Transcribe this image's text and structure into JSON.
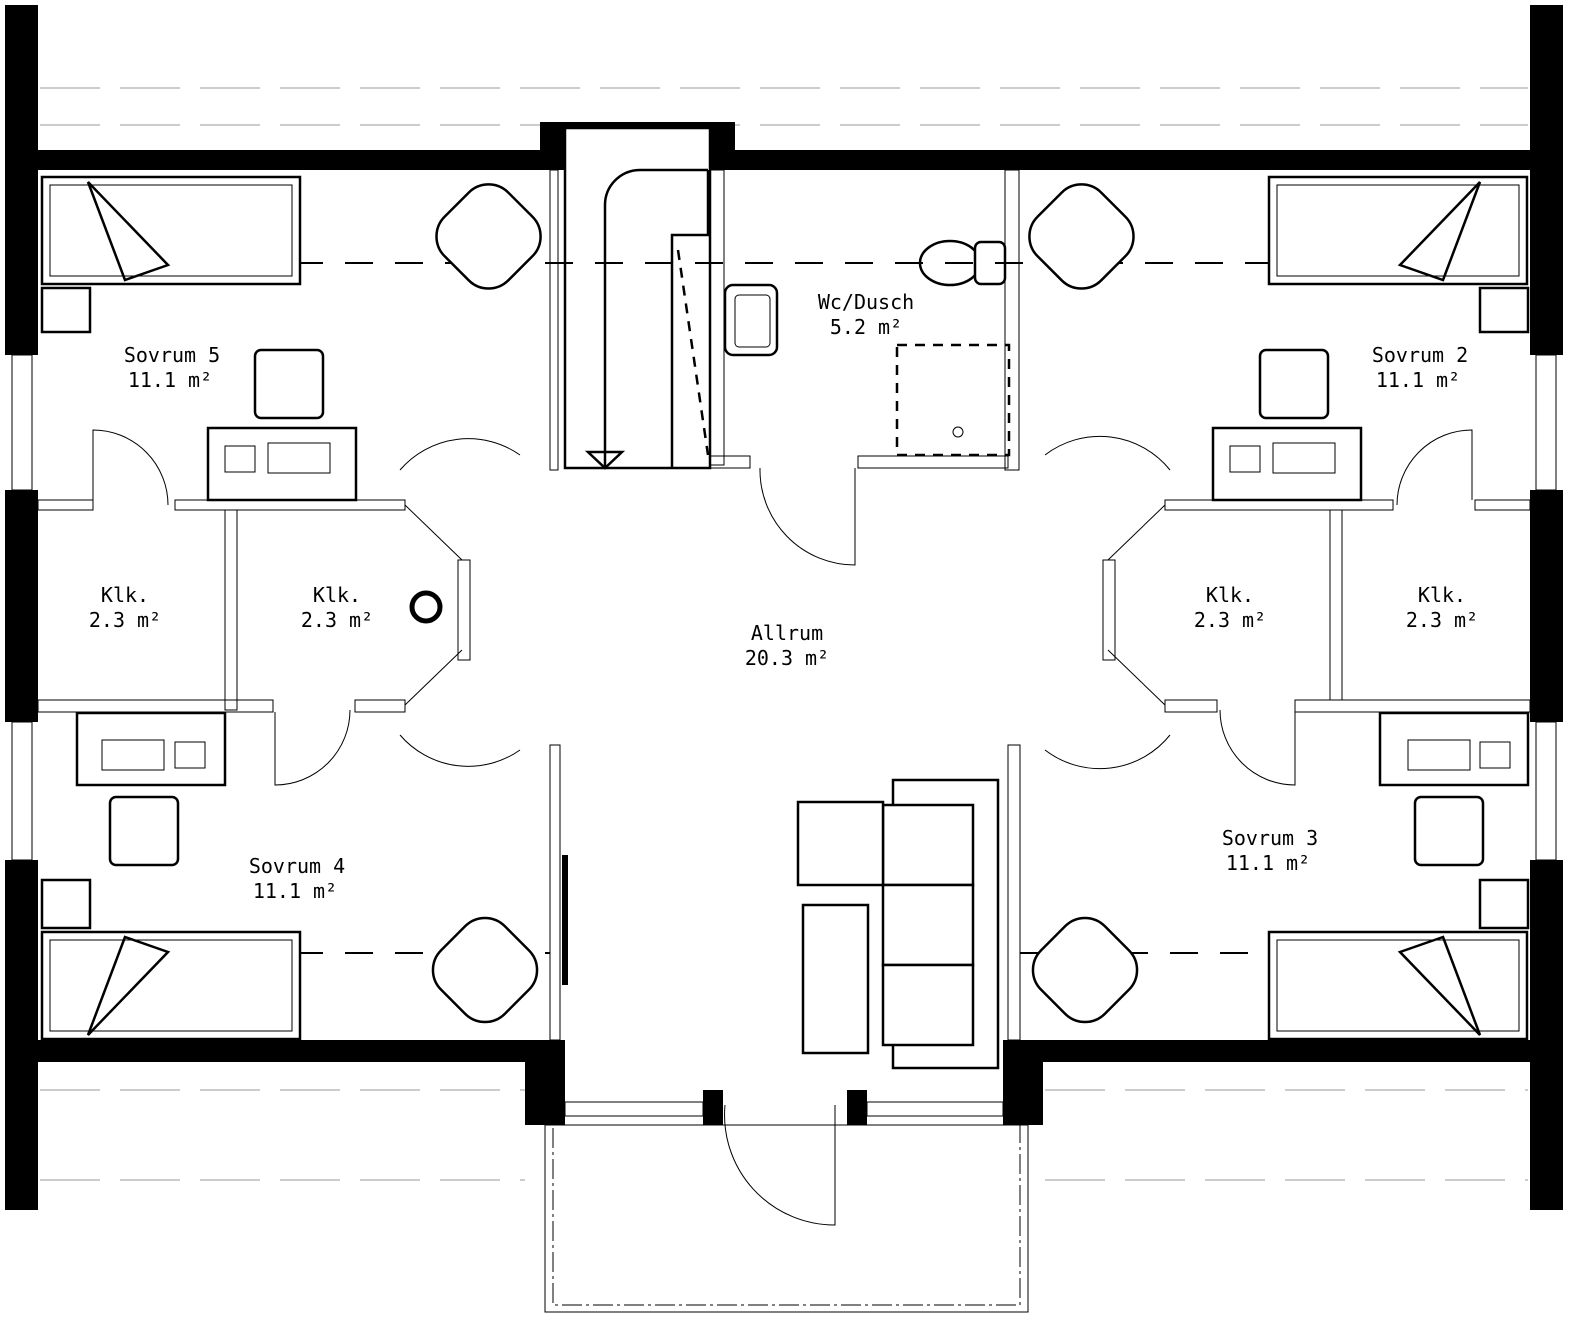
{
  "rooms": [
    {
      "name": "Sovrum 5",
      "area": "11.1 m²"
    },
    {
      "name": "Klk.",
      "area": "2.3 m²"
    },
    {
      "name": "Klk.",
      "area": "2.3 m²"
    },
    {
      "name": "Wc/Dusch",
      "area": "5.2 m²"
    },
    {
      "name": "Allrum",
      "area": "20.3 m²"
    },
    {
      "name": "Sovrum 2",
      "area": "11.1 m²"
    },
    {
      "name": "Klk.",
      "area": "2.3 m²"
    },
    {
      "name": "Klk.",
      "area": "2.3 m²"
    },
    {
      "name": "Sovrum 4",
      "area": "11.1 m²"
    },
    {
      "name": "Sovrum 3",
      "area": "11.1 m²"
    }
  ]
}
